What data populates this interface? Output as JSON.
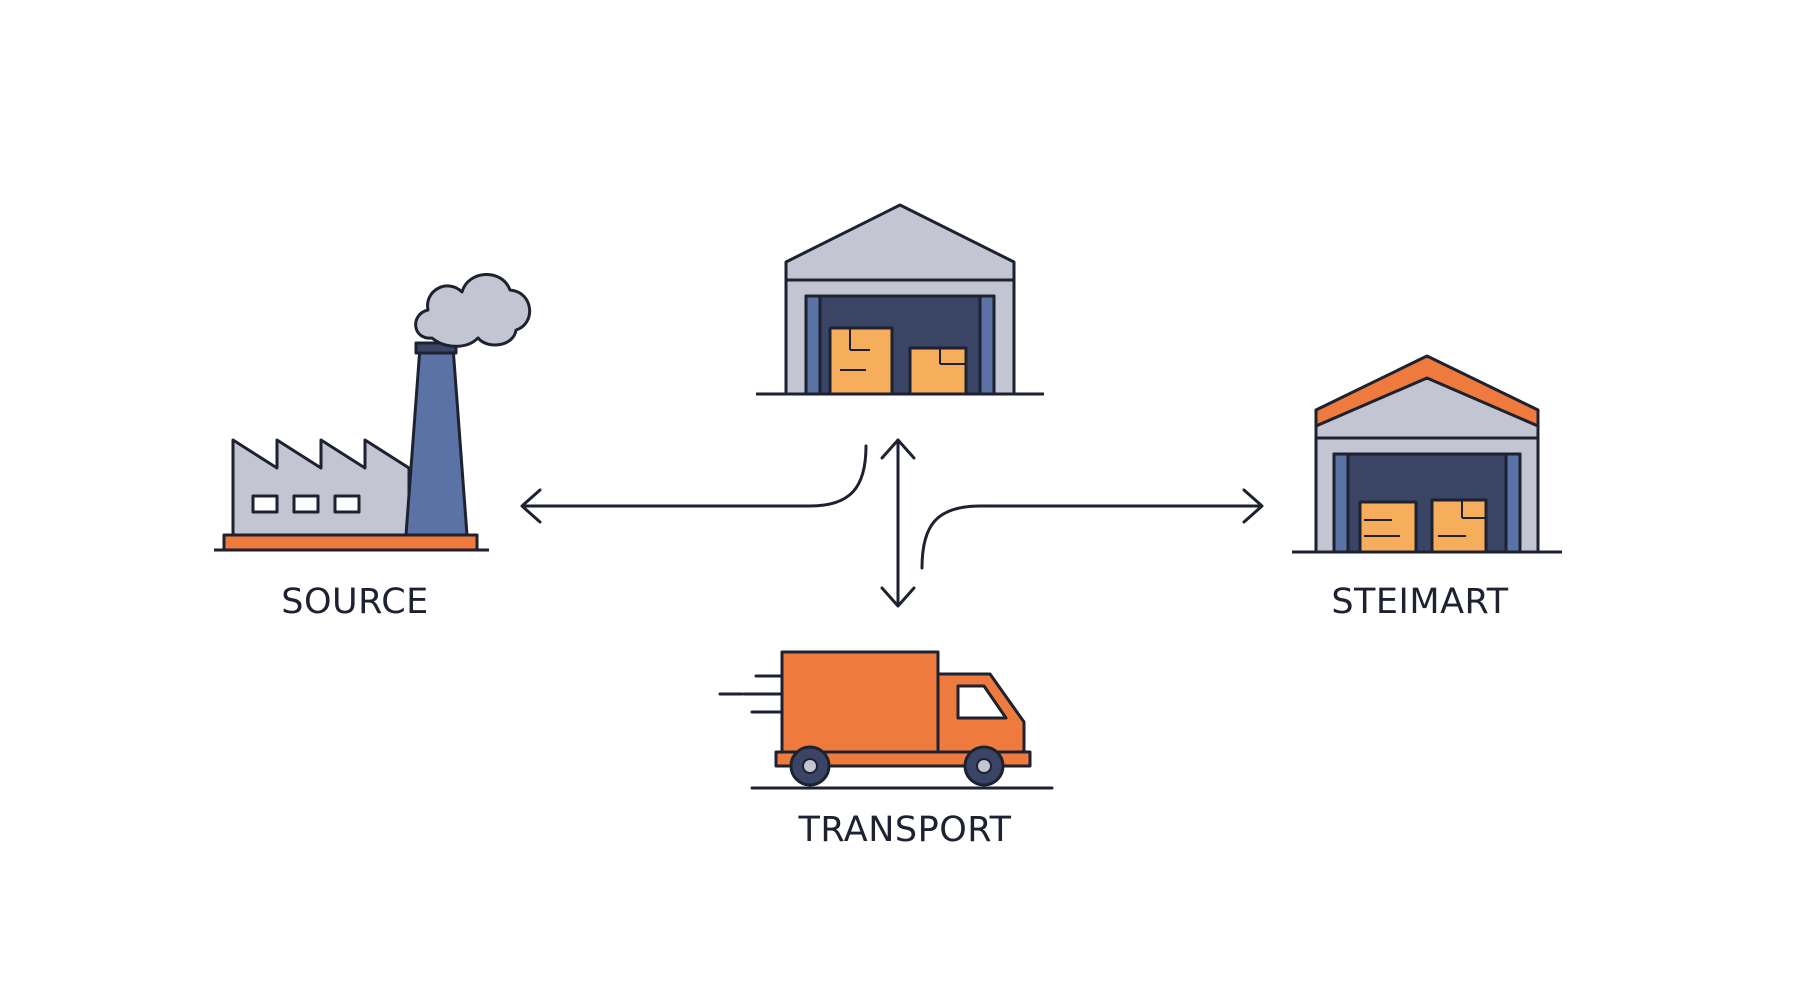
{
  "nodes": {
    "source": {
      "label": "SOURCE",
      "icon": "factory-icon"
    },
    "warehouse": {
      "label": "",
      "icon": "warehouse-icon"
    },
    "store": {
      "label": "STEIMART",
      "icon": "store-warehouse-icon"
    },
    "transport": {
      "label": "TRANSPORT",
      "icon": "delivery-truck-icon"
    }
  },
  "colors": {
    "outline": "#1e2230",
    "gray": "#c3c5d2",
    "navy": "#3a4566",
    "blue": "#5a72a5",
    "orange": "#ef7a3e",
    "box": "#f6ad5c"
  }
}
